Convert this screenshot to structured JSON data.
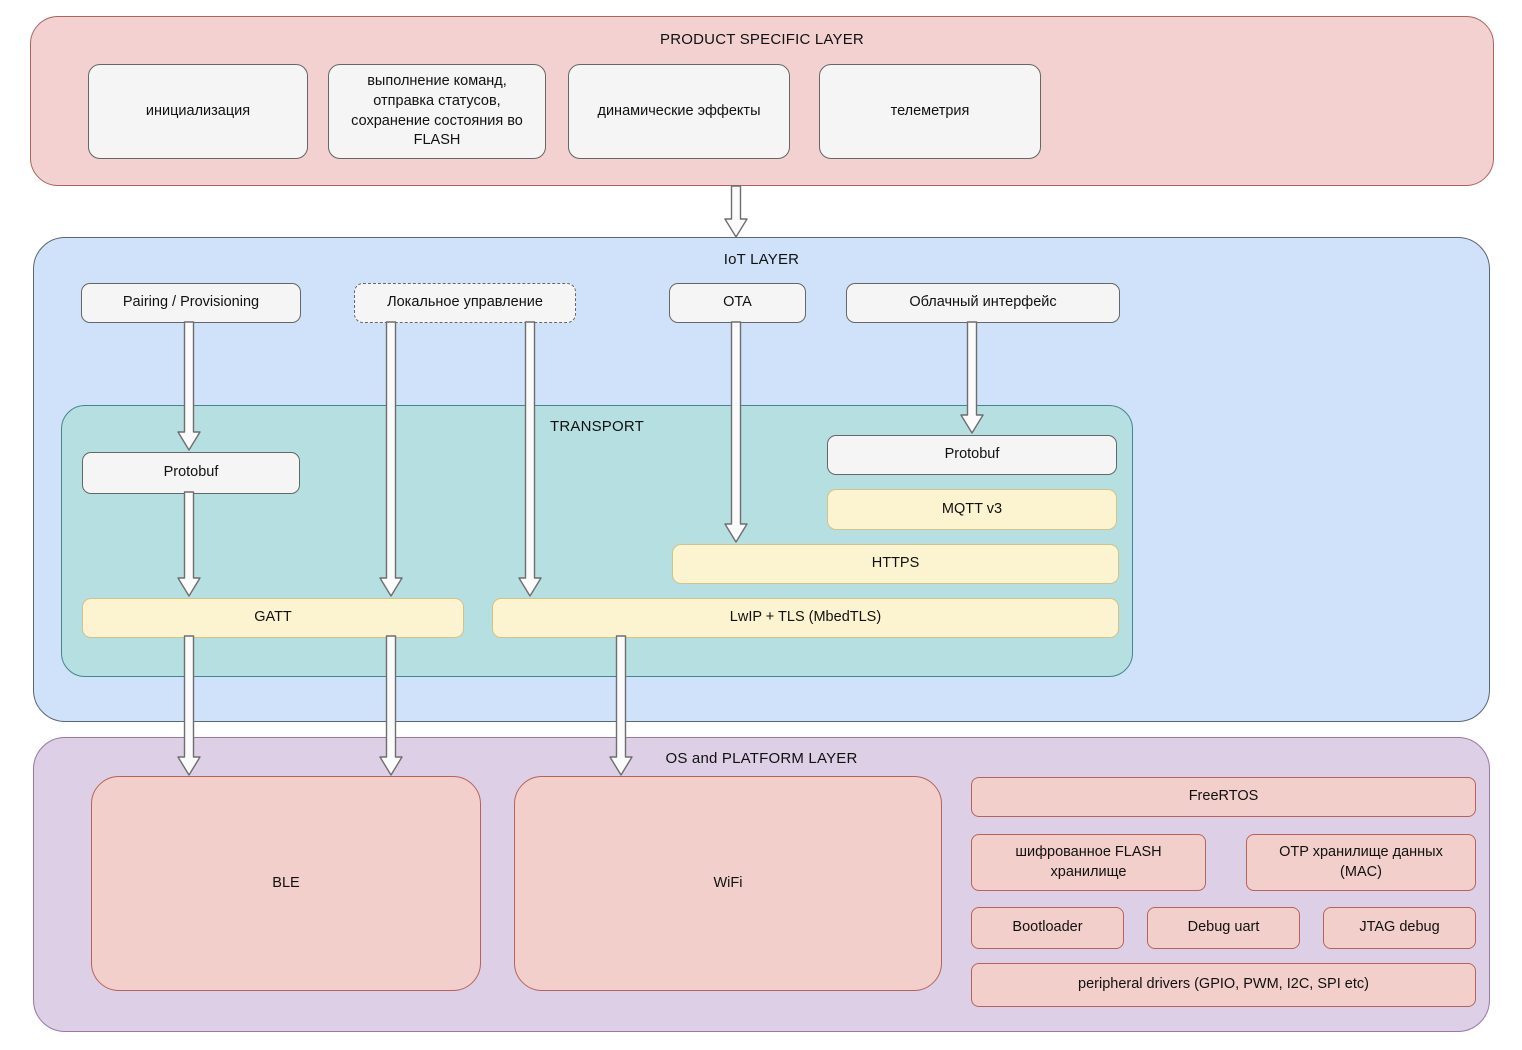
{
  "colors": {
    "product_fill": "#f2d1d0",
    "product_stroke": "#ab6360",
    "iot_fill": "#cfe2fa",
    "iot_stroke": "#5c6670",
    "transport_fill": "#b6dfe2",
    "transport_stroke": "#45868d",
    "os_fill": "#dccfe6",
    "os_stroke": "#9878a8",
    "graybox_fill": "#f5f5f5",
    "graybox_stroke": "#666666",
    "yellow_fill": "#fcf3d0",
    "yellow_stroke": "#d4c285",
    "pink_fill": "#f2cfcb",
    "pink_stroke": "#b8625c",
    "arrow_fill": "#fbfbfb",
    "arrow_stroke": "#6e6e6e"
  },
  "layers": {
    "product": {
      "title": "PRODUCT SPECIFIC LAYER",
      "boxes": [
        "инициализация",
        "выполнение команд, отправка статусов, сохранение состояния во FLASH",
        "динамические эффекты",
        "телеметрия"
      ]
    },
    "iot": {
      "title": "IoT LAYER",
      "boxes": [
        "Pairing / Provisioning",
        "Локальное управление",
        "OTA",
        "Облачный интерфейс"
      ]
    },
    "transport": {
      "title": "TRANSPORT",
      "boxes": {
        "protobuf_left": "Protobuf",
        "protobuf_right": "Protobuf",
        "mqtt": "MQTT v3",
        "https": "HTTPS",
        "gatt": "GATT",
        "lwip": "LwIP + TLS (MbedTLS)"
      }
    },
    "os": {
      "title": "OS and PLATFORM LAYER",
      "boxes": {
        "ble": "BLE",
        "wifi": "WiFi",
        "freertos": "FreeRTOS",
        "flash": "шифрованное FLASH хранилище",
        "otp": "OTP хранилище данных (MAC)",
        "bootloader": "Bootloader",
        "debug_uart": "Debug uart",
        "jtag": "JTAG debug",
        "peripheral": "peripheral drivers (GPIO, PWM, I2C, SPI etc)"
      }
    }
  },
  "arrows": [
    {
      "from": "PRODUCT SPECIFIC LAYER",
      "to": "IoT LAYER"
    },
    {
      "from": "Pairing / Provisioning",
      "to": "Protobuf"
    },
    {
      "from": "Protobuf",
      "to": "GATT"
    },
    {
      "from": "Локальное управление",
      "to": "GATT"
    },
    {
      "from": "Локальное управление",
      "to": "LwIP + TLS (MbedTLS)"
    },
    {
      "from": "OTA",
      "to": "HTTPS"
    },
    {
      "from": "Облачный интерфейс",
      "to": "Protobuf"
    },
    {
      "from": "GATT",
      "to": "BLE"
    },
    {
      "from": "GATT",
      "to": "BLE"
    },
    {
      "from": "LwIP + TLS (MbedTLS)",
      "to": "WiFi"
    }
  ]
}
